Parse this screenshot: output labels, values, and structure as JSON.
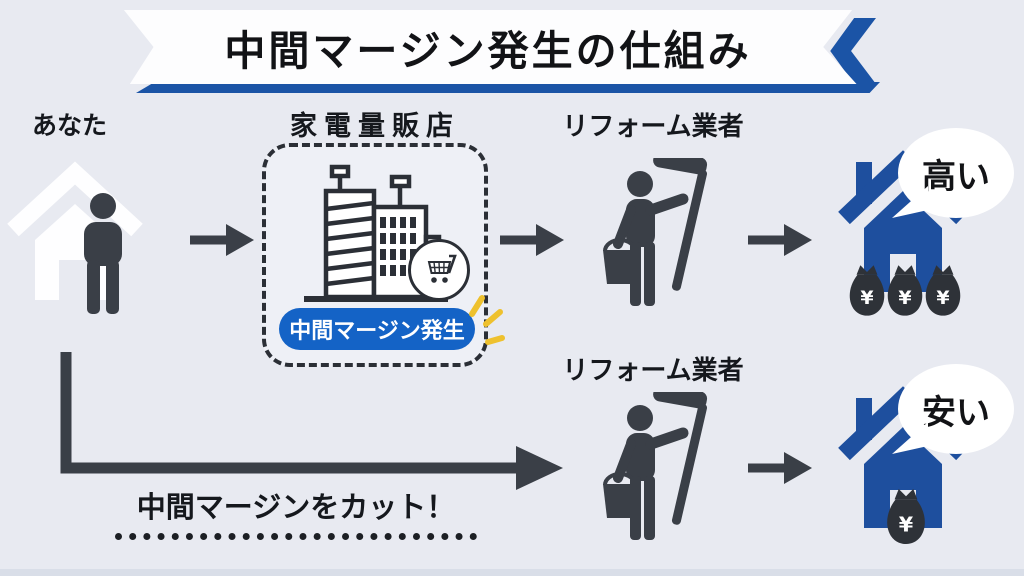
{
  "page": {
    "background_color": "#e8eaf1",
    "bottom_strip_color": "#d9dee8"
  },
  "banner": {
    "title": "中間マージン発生の仕組み",
    "ribbon_color": "#fdfdfe",
    "underline_color": "#1b54a6",
    "text_color": "#121316"
  },
  "colors": {
    "icon_dark": "#3a3f47",
    "outline_dark": "#2b2f36",
    "house_blue": "#1e4f9e",
    "pill_blue": "#1463c6",
    "sparkle_yellow": "#eec12e",
    "white": "#ffffff"
  },
  "top_flow": {
    "you_label": "あなた",
    "retailer_label": "家電量販店",
    "margin_badge": "中間マージン発生",
    "contractor_label": "リフォーム業者",
    "price_bubble": "高い",
    "money_bag_count": 3,
    "yen_symbol": "¥"
  },
  "bottom_flow": {
    "contractor_label": "リフォーム業者",
    "cut_label": "中間マージンをカット！",
    "price_bubble": "安い",
    "money_bag_count": 1,
    "yen_symbol": "¥"
  },
  "icons": [
    "home-outline-icon",
    "person-icon",
    "arrow-right-icon",
    "building-icon",
    "cart-icon",
    "paint-roller-worker-icon",
    "money-bag-icon",
    "sparkle-icon",
    "speech-bubble",
    "elbow-arrow-icon",
    "ribbon-chevron-icon"
  ]
}
